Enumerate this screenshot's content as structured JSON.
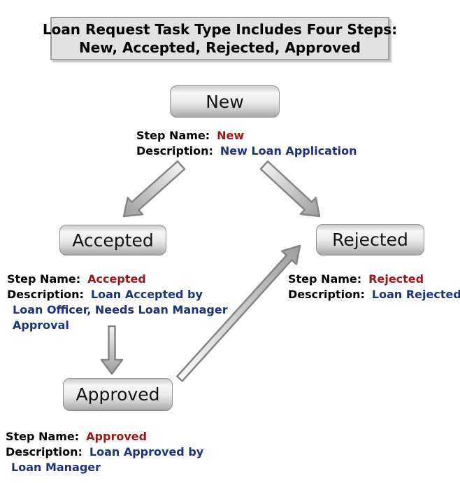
{
  "title": {
    "line1": "Loan Request Task Type Includes Four Steps:",
    "line2": "New, Accepted, Rejected, Approved"
  },
  "labels": {
    "step_name": "Step Name:",
    "description": "Description:"
  },
  "nodes": {
    "new": {
      "label": "New"
    },
    "accepted": {
      "label": "Accepted"
    },
    "rejected": {
      "label": "Rejected"
    },
    "approved": {
      "label": "Approved"
    }
  },
  "annotations": {
    "new": {
      "step_name": "New",
      "description": "New Loan Application"
    },
    "accepted": {
      "step_name": "Accepted",
      "description_line1": "Loan Accepted by",
      "description_line2": "Loan Officer, Needs Loan Manager",
      "description_line3": "Approval"
    },
    "rejected": {
      "step_name": "Rejected",
      "description": "Loan Rejected"
    },
    "approved": {
      "step_name": "Approved",
      "description_line1": "Loan Approved by",
      "description_line2": "Loan Manager"
    }
  },
  "colors": {
    "step_name_value": "#a01616",
    "description_value": "#1c327f",
    "title_background": "#e2e2e2",
    "node_border": "#8f8f8f",
    "arrow_outline": "#858585"
  }
}
